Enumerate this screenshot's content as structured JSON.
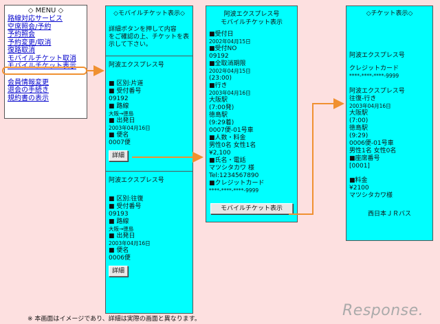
{
  "menu": {
    "title": "◇ MENU ◇",
    "links": [
      "路線対応サービス",
      "空席照会/予約",
      "予約照会",
      "予約変更/取消",
      "復路取消",
      "モバイルチケット取消",
      "モバイルチケット表示"
    ],
    "links2": [
      "会員情報変更",
      "退会の手続き",
      "規約書の表示"
    ]
  },
  "panel1": {
    "header": "◇モバイルチケット表示◇",
    "intro": [
      "詳細ボタンを押して内容",
      "をご確認の上、チケットを表",
      "示して下さい。"
    ],
    "t1": {
      "name": "阿波エクスプレス号",
      "kubun": "■ 区別:片道",
      "uketsuke_label": "■ 受付番号",
      "uketsuke": "09192",
      "rosen_label": "■ 路線",
      "rosen": "大阪→徳島",
      "shuppatsu_label": "■ 出発日",
      "shuppatsu": "2003年04月16日",
      "bin_label": "■ 便名",
      "bin": "0007便",
      "button": "詳細"
    },
    "t2": {
      "name": "阿波エクスプレス号",
      "kubun": "■ 区別:往復",
      "uketsuke_label": "■ 受付番号",
      "uketsuke": "09193",
      "rosen_label": "■ 路線",
      "rosen": "大阪→徳島",
      "shuppatsu_label": "■ 出発日",
      "shuppatsu": "2003年04月16日",
      "bin_label": "■ 便名",
      "bin": "0006便",
      "button": "詳細"
    }
  },
  "panel2": {
    "title1": "阿波エクスプレス号",
    "title2": "モバイルチケット表示",
    "rows": [
      {
        "c": "t",
        "v": "■受付日"
      },
      {
        "c": "ts",
        "v": "2002年04月15日"
      },
      {
        "c": "t",
        "v": "■受付NO"
      },
      {
        "c": "t",
        "v": "09192"
      },
      {
        "c": "t",
        "v": "■全取消期限"
      },
      {
        "c": "ts",
        "v": "2002年04月15日"
      },
      {
        "c": "t",
        "v": "(23:00)"
      },
      {
        "c": "t",
        "v": "■行き"
      },
      {
        "c": "ts",
        "v": "2003年04月16日"
      },
      {
        "c": "t",
        "v": "大阪駅"
      },
      {
        "c": "t",
        "v": "(7:00発)"
      },
      {
        "c": "t",
        "v": "徳島駅"
      },
      {
        "c": "t",
        "v": "(9:29着)"
      },
      {
        "c": "t",
        "v": "0007便-01号車"
      },
      {
        "c": "t",
        "v": "■人数・料金"
      },
      {
        "c": "t",
        "v": "男性0名 女性1名"
      },
      {
        "c": "t",
        "v": "¥2,100"
      },
      {
        "c": "t",
        "v": "■氏名・電話"
      },
      {
        "c": "t",
        "v": "マツシタカワ 様"
      },
      {
        "c": "t",
        "v": "Tel:1234567890"
      },
      {
        "c": "t",
        "v": "■クレジットカード"
      },
      {
        "c": "ts",
        "v": "****-****-****-9999"
      }
    ],
    "button": "モバイルチケット表示"
  },
  "panel3": {
    "header": "◇チケット表示◇",
    "name": "阿波エクスプレス号",
    "card_label": "クレジットカード",
    "card": "****-****-****-9999",
    "name2": "阿波エクスプレス号",
    "rows": [
      {
        "c": "t",
        "v": "往復-行き"
      },
      {
        "c": "ts",
        "v": "2003年04月16日"
      },
      {
        "c": "t",
        "v": "大阪駅"
      },
      {
        "c": "t",
        "v": "(7:00)"
      },
      {
        "c": "t",
        "v": "徳島駅"
      },
      {
        "c": "t",
        "v": "(9:29)"
      },
      {
        "c": "t",
        "v": "0006便-01号車"
      },
      {
        "c": "t",
        "v": "男性1名 女性0名"
      },
      {
        "c": "t",
        "v": "■座席番号"
      },
      {
        "c": "t",
        "v": "[0001]"
      }
    ],
    "fee_label": "■料金",
    "fee": "¥2100",
    "person": "マツシタカワ様",
    "company": "西日本ＪＲバス"
  },
  "footnote": "※ 本画面はイメージであり、詳細は実際の画面と異なります。",
  "logo": "Response.",
  "colors": {
    "panel": "#00ffff",
    "background": "#fde0e0",
    "arrow": "#f09030",
    "link": "#0000cc"
  }
}
